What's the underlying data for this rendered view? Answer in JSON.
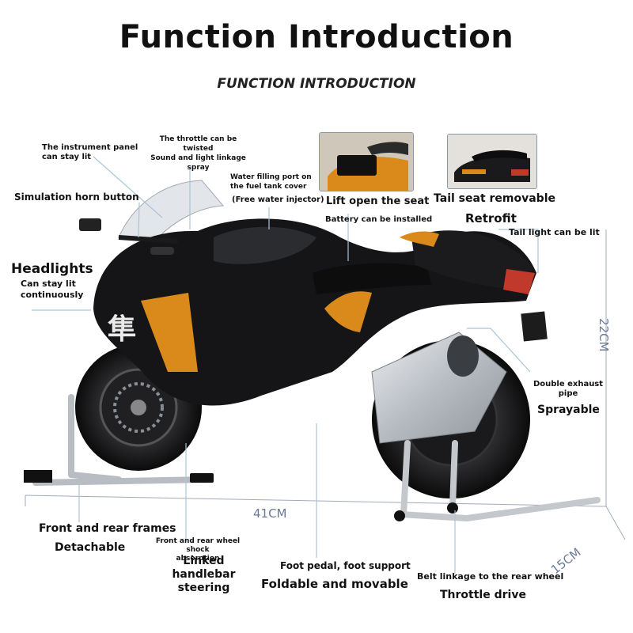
{
  "header": {
    "title": "Function Introduction",
    "subtitle": "FUNCTION INTRODUCTION"
  },
  "callouts": {
    "instrument_panel": [
      "The instrument panel",
      "can stay lit"
    ],
    "throttle": [
      "The throttle can be",
      "twisted",
      "Sound and light linkage",
      "spray"
    ],
    "water_port": [
      "Water filling port on",
      "the fuel tank cover"
    ],
    "water_injector": "(Free water injector)",
    "horn": "Simulation horn button",
    "lift_seat": "Lift open the seat",
    "battery": "Battery can be installed",
    "tail_seat": "Tail seat removable",
    "retrofit": "Retrofit",
    "tail_light": "Tail light can be lit",
    "headlights": "Headlights",
    "headlights_sub": [
      "Can stay lit",
      "continuously"
    ],
    "exhaust": [
      "Double exhaust",
      "pipe"
    ],
    "sprayable": "Sprayable",
    "frames": "Front and rear frames",
    "detachable": "Detachable",
    "shock": [
      "Front and rear wheel shock",
      "absorption"
    ],
    "handlebar": [
      "Linked handlebar",
      "steering"
    ],
    "foot_pedal": "Foot pedal, foot support",
    "foldable": "Foldable and movable",
    "belt": "Belt linkage to the rear wheel",
    "throttle_drive": "Throttle drive"
  },
  "dimensions": {
    "length": "41CM",
    "height": "22CM",
    "width": "15CM"
  },
  "colors": {
    "body_black": "#151517",
    "accent_orange": "#d98a1a",
    "chrome": "#c9cdd2",
    "dimension_line": "#8a96ab"
  }
}
